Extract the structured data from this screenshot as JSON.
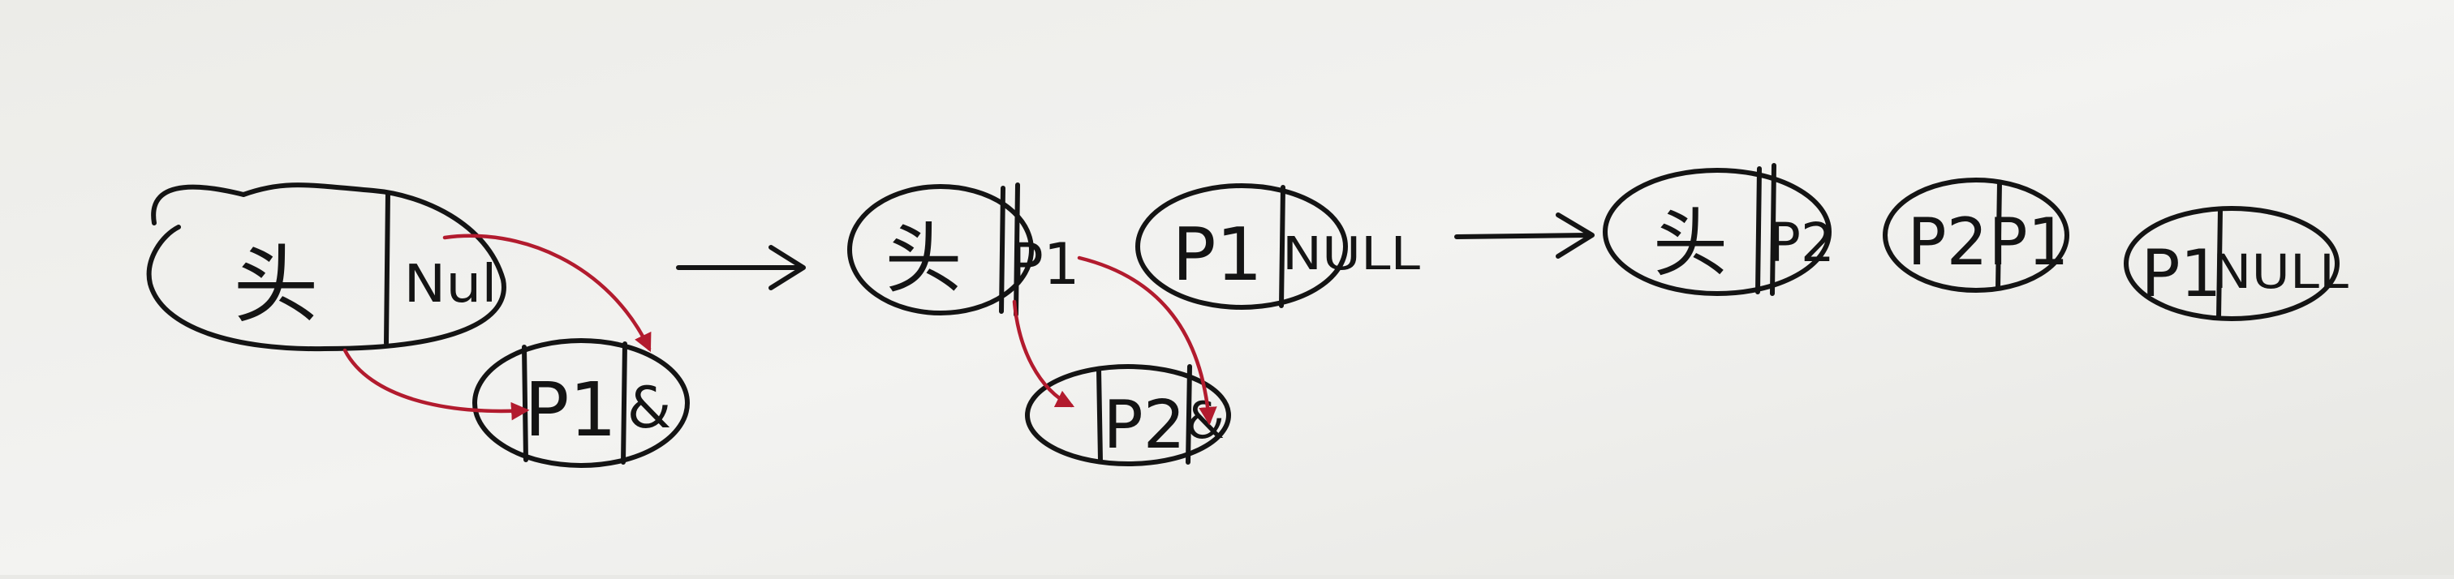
{
  "colors": {
    "paper": "#f3f3f0",
    "ink": "#141414",
    "pointer": "#b21b2e"
  },
  "stage1": {
    "head": {
      "value": "头",
      "next": "Nul"
    },
    "p1": {
      "value": "P1",
      "next": "&"
    }
  },
  "stage2": {
    "head": {
      "value": "头",
      "next": "P1"
    },
    "p1": {
      "value": "P1",
      "next": "NULL"
    },
    "p2": {
      "value": "P2",
      "next": "&"
    }
  },
  "stage3": {
    "head": {
      "value": "头",
      "next": "P2"
    },
    "p2": {
      "value": "P2",
      "next": "P1"
    },
    "p1": {
      "value": "P1",
      "next": "NULL"
    }
  }
}
